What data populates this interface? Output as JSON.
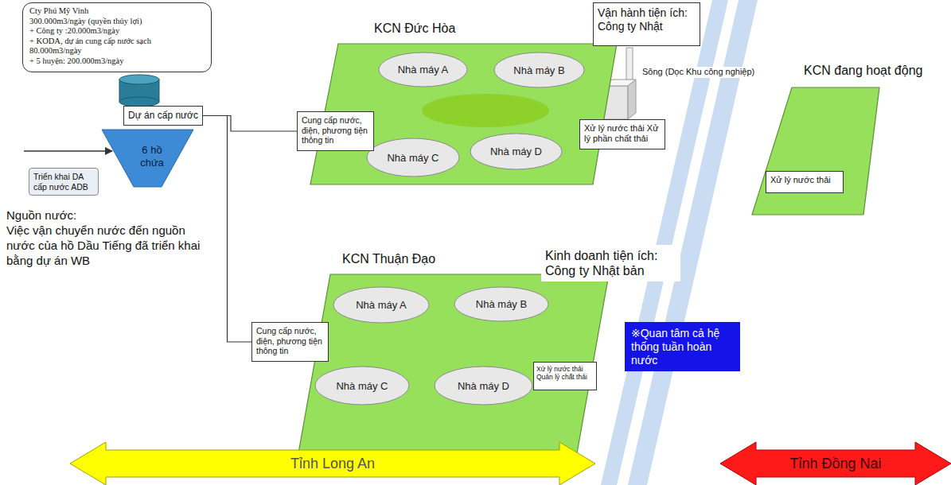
{
  "diagram": {
    "nodes": [
      {
        "text": [
          "Cty Phú Mỹ Vinh",
          "300.000m3/ngày (quyền thủy lợi)",
          "+ Công ty :20.000m3/ngày",
          "+ KODA, dự án cung cấp nước sạch 80.000m3/ngày",
          "+ 5 huyện: 200.000m3/ngày"
        ]
      },
      {
        "text": [
          "Dự án cấp nước"
        ]
      },
      {
        "text": [
          "6 hồ chứa"
        ]
      },
      {
        "text": [
          "Triển khai DA cấp nước ADB"
        ]
      },
      {
        "text": [
          "KCN Đức Hòa"
        ]
      },
      {
        "text": [
          "Nhà máy A"
        ],
        "in": 4
      },
      {
        "text": [
          "Nhà máy B"
        ],
        "in": 4
      },
      {
        "text": [
          "Nhà máy C"
        ],
        "in": 4
      },
      {
        "text": [
          "Nhà máy D"
        ],
        "in": 4
      },
      {
        "text": [
          "Cung cấp nước, điện, phương tiện thông tin"
        ]
      },
      {
        "text": [
          "Vận hành tiện ích: Công ty Nhật"
        ]
      },
      {
        "text": [
          "Xử lý nước thải Xử lý phần chất thải"
        ]
      },
      {
        "text": [
          "KCN đang hoạt động"
        ]
      },
      {
        "text": [
          "Xử lý nước thải"
        ],
        "in": 12
      },
      {
        "text": [
          "KCN Thuận Đạo"
        ]
      },
      {
        "text": [
          "Nhà máy A"
        ],
        "in": 14
      },
      {
        "text": [
          "Nhà máy B"
        ],
        "in": 14
      },
      {
        "text": [
          "Nhà máy C"
        ],
        "in": 14
      },
      {
        "text": [
          "Nhà máy D"
        ],
        "in": 14
      },
      {
        "text": [
          "Cung cấp nước, điện, phương tiện thông tin"
        ]
      },
      {
        "text": [
          "Kinh doanh tiện ích: Công ty Nhật bản"
        ]
      },
      {
        "text": [
          "Xử lý nước thải Quản lý chất thải"
        ]
      },
      {
        "text": [
          "※Quan tâm cả hệ thống tuần hoàn nước"
        ]
      },
      {
        "text": [
          "Tỉnh Long An"
        ]
      },
      {
        "text": [
          "Tỉnh Đồng Nai"
        ]
      }
    ],
    "edges": [
      {
        "from": 1,
        "to": 9,
        "arrow": "none"
      },
      {
        "from": 1,
        "to": 19,
        "arrow": "none"
      }
    ],
    "labels": [
      "Nguồn nước:",
      "Việc vận chuyển nước đến nguồn nước của hồ Dầu Tiếng đã triển khai bằng dự án WB",
      "Sông (Dọc Khu công nghiệp)"
    ]
  }
}
